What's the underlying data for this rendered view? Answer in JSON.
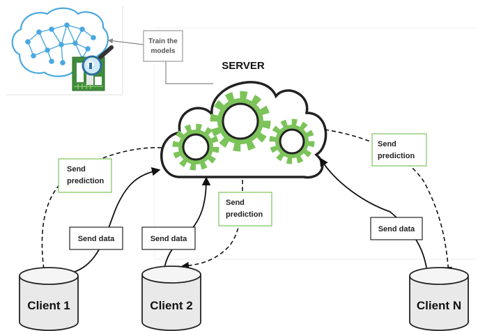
{
  "diagram": {
    "server_label": "SERVER",
    "train_label": [
      "Train the",
      "models"
    ],
    "clients": [
      {
        "name": "Client 1"
      },
      {
        "name": "Client 2"
      },
      {
        "name": "Client N"
      }
    ],
    "send_data_label": "Send data",
    "send_prediction_label": [
      "Send",
      "prediction"
    ],
    "colors": {
      "gear": "#7cc35a",
      "brain": "#4aa8e0",
      "outline": "#222222"
    },
    "icons": [
      "brain-icon",
      "circuit-chip-icon",
      "magnifier-icon",
      "gear-icon",
      "cloud-icon",
      "database-icon"
    ]
  }
}
